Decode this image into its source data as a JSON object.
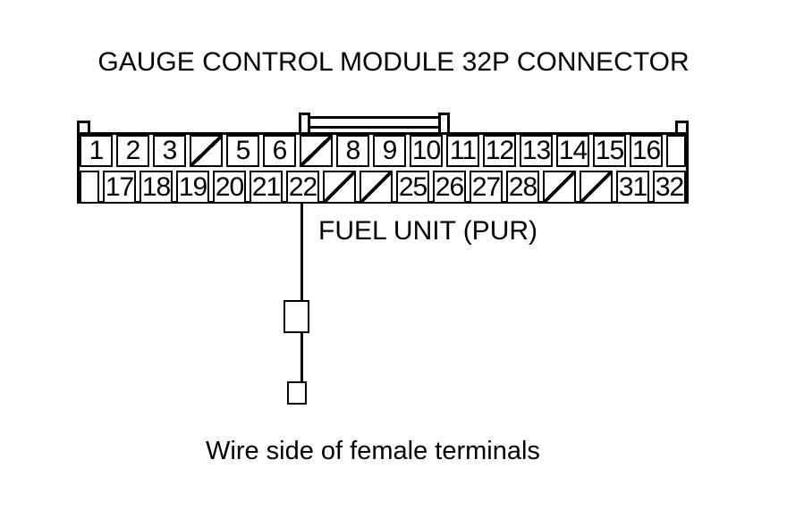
{
  "title": "GAUGE CONTROL MODULE 32P CONNECTOR",
  "connector": {
    "top_row": [
      {
        "label": "1",
        "type": "pin"
      },
      {
        "label": "2",
        "type": "pin"
      },
      {
        "label": "3",
        "type": "pin"
      },
      {
        "label": "",
        "type": "slash"
      },
      {
        "label": "5",
        "type": "pin"
      },
      {
        "label": "6",
        "type": "pin"
      },
      {
        "label": "",
        "type": "slash"
      },
      {
        "label": "8",
        "type": "pin"
      },
      {
        "label": "9",
        "type": "pin"
      },
      {
        "label": "10",
        "type": "pin"
      },
      {
        "label": "11",
        "type": "pin"
      },
      {
        "label": "12",
        "type": "pin"
      },
      {
        "label": "13",
        "type": "pin"
      },
      {
        "label": "14",
        "type": "pin"
      },
      {
        "label": "15",
        "type": "pin"
      },
      {
        "label": "16",
        "type": "pin"
      },
      {
        "label": "",
        "type": "blank"
      }
    ],
    "bottom_row": [
      {
        "label": "",
        "type": "blank"
      },
      {
        "label": "17",
        "type": "pin"
      },
      {
        "label": "18",
        "type": "pin"
      },
      {
        "label": "19",
        "type": "pin"
      },
      {
        "label": "20",
        "type": "pin"
      },
      {
        "label": "21",
        "type": "pin"
      },
      {
        "label": "22",
        "type": "pin"
      },
      {
        "label": "",
        "type": "slash"
      },
      {
        "label": "",
        "type": "slash"
      },
      {
        "label": "25",
        "type": "pin"
      },
      {
        "label": "26",
        "type": "pin"
      },
      {
        "label": "27",
        "type": "pin"
      },
      {
        "label": "28",
        "type": "pin"
      },
      {
        "label": "",
        "type": "slash"
      },
      {
        "label": "",
        "type": "slash"
      },
      {
        "label": "31",
        "type": "pin"
      },
      {
        "label": "32",
        "type": "pin"
      }
    ]
  },
  "wire": {
    "label": "FUEL UNIT (PUR)",
    "from_pin": "22"
  },
  "caption": "Wire side of female terminals",
  "colors": {
    "line": "#000000",
    "background": "#ffffff"
  }
}
